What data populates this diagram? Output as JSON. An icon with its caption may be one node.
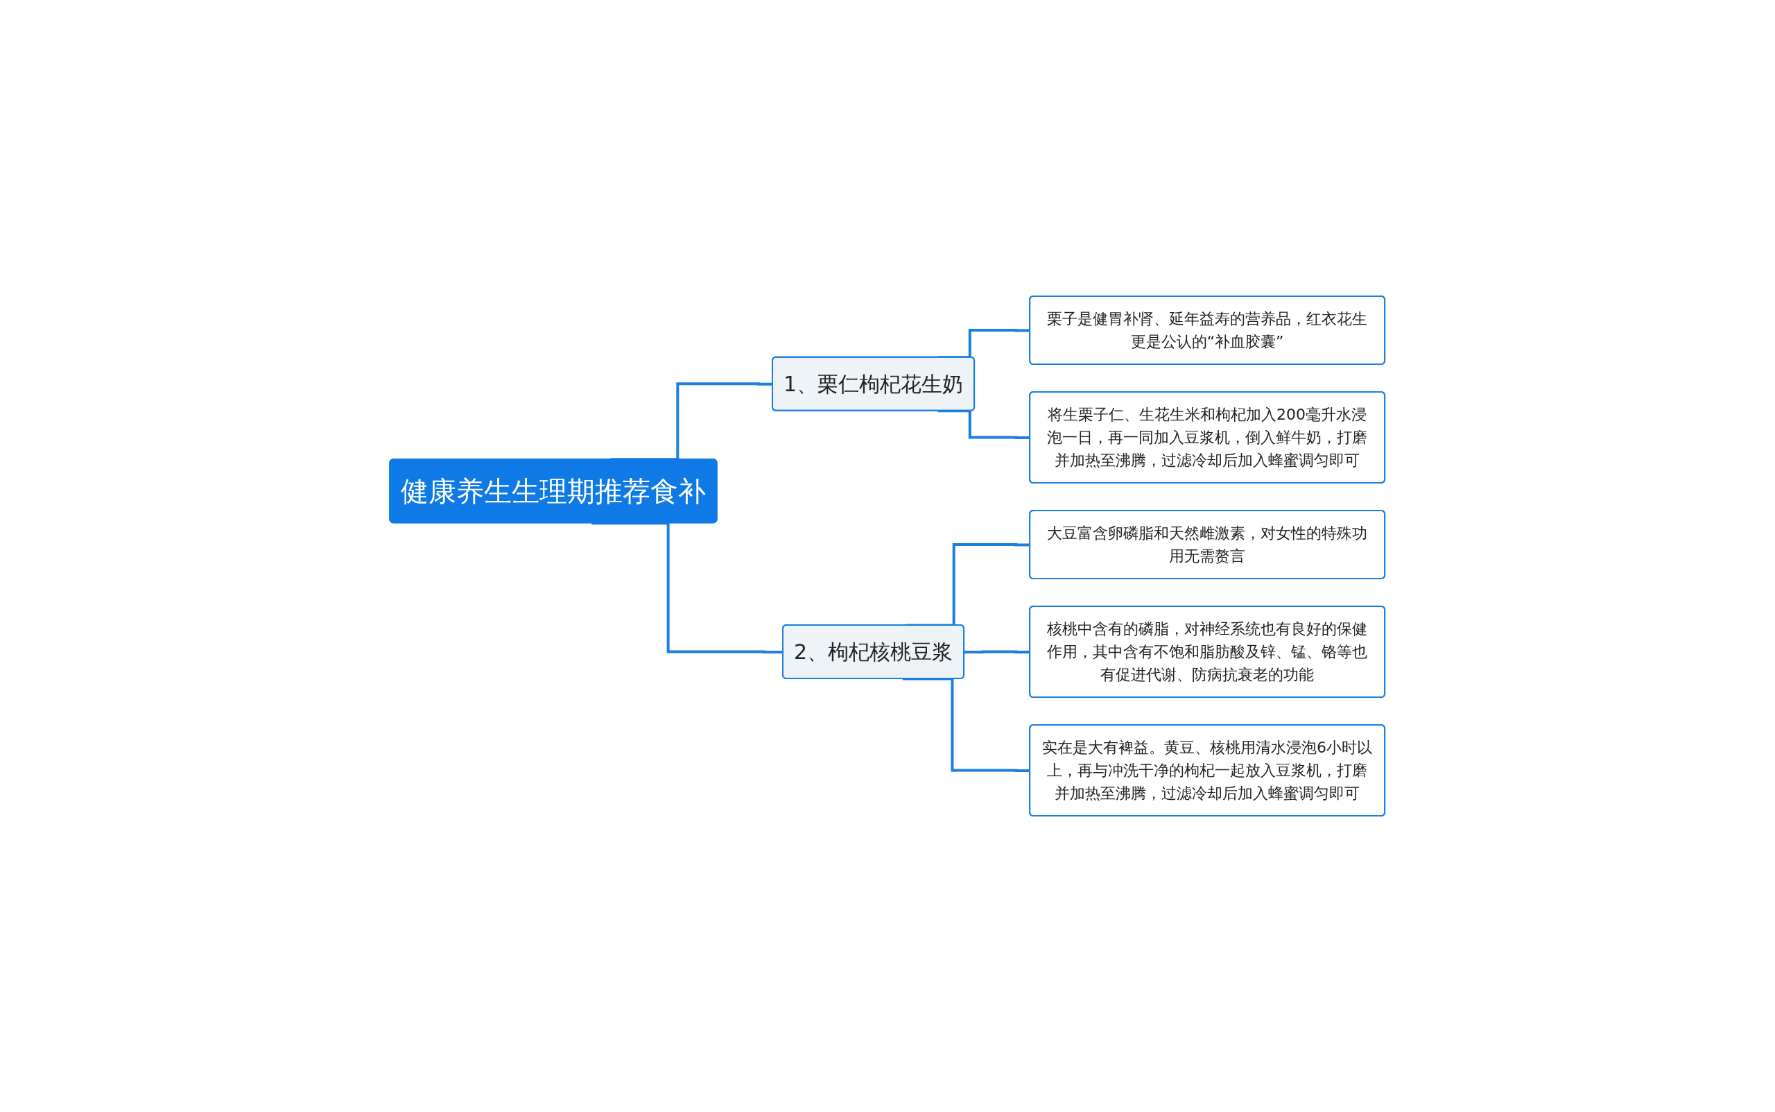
{
  "diagram": {
    "nodes": [
      {
        "text": [
          "健康养生生理期推荐食补"
        ]
      },
      {
        "text": [
          "1、栗仁枸杞花生奶"
        ]
      },
      {
        "text": [
          "栗子是健胃补肾、延年益寿的营养品，红衣花生更是公认的“补血胶囊”"
        ]
      },
      {
        "text": [
          "将生栗子仁、生花生米和枸杞加入200毫升水浸泡一日，再一同加入豆浆机，倒入鲜牛奶，打磨并加热至沸腾，过滤冷却后加入蜂蜜调匀即可"
        ]
      },
      {
        "text": [
          "2、枸杞核桃豆浆"
        ]
      },
      {
        "text": [
          "大豆富含卵磷脂和天然雌激素，对女性的特殊功用无需赘言"
        ]
      },
      {
        "text": [
          "核桃中含有的磷脂，对神经系统也有良好的保健作用，其中含有不饱和脂肪酸及锌、锰、铬等也有促进代谢、防病抗衰老的功能"
        ]
      },
      {
        "text": [
          "实在是大有裨益。黄豆、核桃用清水浸泡6小时以上，再与冲洗干净的枸杞一起放入豆浆机，打磨并加热至沸腾，过滤冷却后加入蜂蜜调匀即可"
        ]
      }
    ],
    "edges": [
      {
        "from": 0,
        "to": 1,
        "arrow": "none"
      },
      {
        "from": 1,
        "to": 2,
        "arrow": "none"
      },
      {
        "from": 1,
        "to": 3,
        "arrow": "none"
      },
      {
        "from": 0,
        "to": 4,
        "arrow": "none"
      },
      {
        "from": 4,
        "to": 5,
        "arrow": "none"
      },
      {
        "from": 4,
        "to": 6,
        "arrow": "none"
      },
      {
        "from": 4,
        "to": 7,
        "arrow": "none"
      }
    ]
  }
}
